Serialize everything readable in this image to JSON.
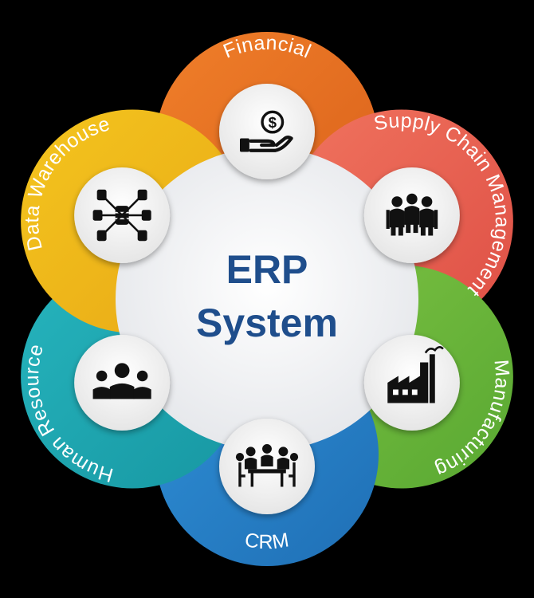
{
  "center": {
    "line1": "ERP",
    "line2": "System"
  },
  "colors": {
    "background": "#000000",
    "center_fill": "#f2f3f5",
    "center_text": "#1f4e8c",
    "icon": "#111111"
  },
  "modules": [
    {
      "label": "Financial",
      "icon": "money-hand-icon",
      "color": "#f07f2a",
      "color_dark": "#d9601a"
    },
    {
      "label": "Supply Chain Management",
      "icon": "people-group-icon",
      "color": "#f0735e",
      "color_dark": "#de4f45"
    },
    {
      "label": "Manufacturing",
      "icon": "factory-icon",
      "color": "#7cc142",
      "color_dark": "#58a832"
    },
    {
      "label": "CRM",
      "icon": "meeting-icon",
      "color": "#2f8fd6",
      "color_dark": "#1f6fb5"
    },
    {
      "label": "Human Resource",
      "icon": "team-icon",
      "color": "#26b4bd",
      "color_dark": "#1797a2"
    },
    {
      "label": "Data Warehouse",
      "icon": "database-network-icon",
      "color": "#f4c51e",
      "color_dark": "#e8a816"
    }
  ]
}
